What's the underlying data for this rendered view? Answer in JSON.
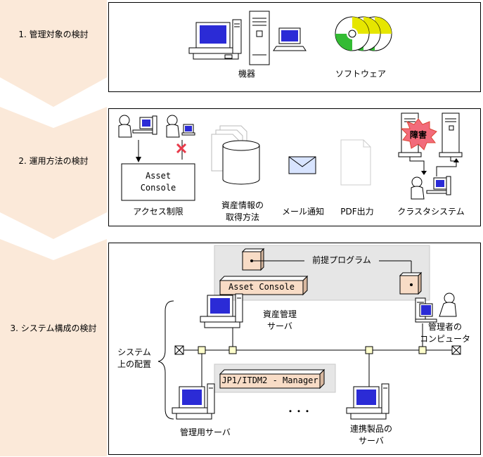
{
  "steps": [
    {
      "label": "1. 管理対象の検討"
    },
    {
      "label": "2. 運用方法の検討"
    },
    {
      "label": "3. システム構成の検討"
    }
  ],
  "panel1": {
    "device": "機器",
    "software": "ソフトウェア"
  },
  "panel2": {
    "asset_console_line1": "Asset",
    "asset_console_line2": "Console",
    "access": "アクセス制限",
    "asset_info_line1": "資産情報の",
    "asset_info_line2": "取得方法",
    "mail": "メール通知",
    "pdf": "PDF出力",
    "cluster": "クラスタシステム",
    "fault": "障害"
  },
  "panel3": {
    "prereq": "前提プログラム",
    "asset_console": "Asset Console",
    "asset_server_line1": "資産管理",
    "asset_server_line2": "サーバ",
    "admin_pc_line1": "管理者の",
    "admin_pc_line2": "コンピュータ",
    "placement_line1": "システム",
    "placement_line2": "上の配置",
    "manager": "JP1/ITDM2 - Manager",
    "ellipsis": "・・・",
    "mgmt_server": "管理用サーバ",
    "linked_line1": "連携製品の",
    "linked_line2": "サーバ"
  },
  "colors": {
    "step_fill": "#fbe9d9",
    "box_fill": "#f8dcc6",
    "monitor_screen": "#2b2bd6",
    "gray_area": "#e6e6e6",
    "node_fill": "#ffffcc",
    "fault_fill": "#f26b7a"
  }
}
